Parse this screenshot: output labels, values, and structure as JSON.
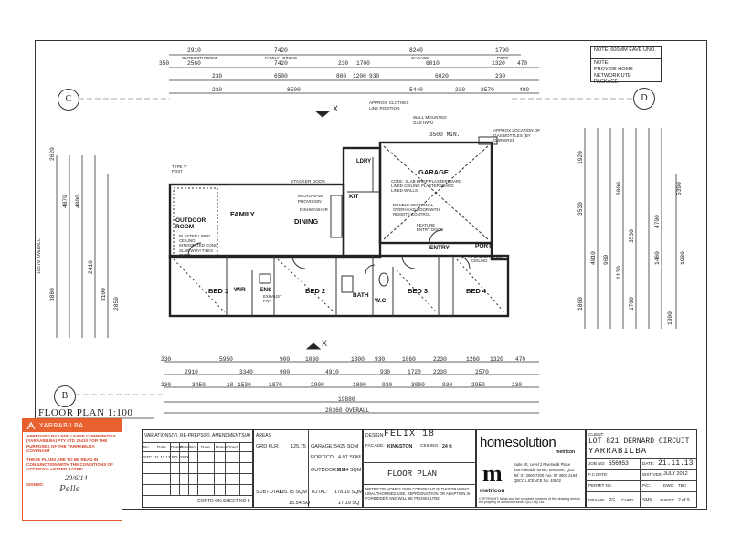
{
  "notes": {
    "eave": "NOTE: 600MM EAVE UNO.",
    "network_1": "NOTE:",
    "network_2": "PROVIDE HOME NETWORK UTE",
    "network_3": "PACKAGE."
  },
  "dims_top": {
    "r1": [
      "2910",
      "7420",
      "8240",
      "1790"
    ],
    "r1_labels": [
      "OUTDOOR ROOM",
      "FAMILY / DINING",
      "GARAGE",
      "PORT"
    ],
    "r2": [
      "350",
      "2560",
      "7420",
      "230",
      "1700",
      "6010",
      "1320",
      "470"
    ],
    "r3": [
      "230",
      "6500",
      "800",
      "1200",
      "930",
      "6020",
      "230"
    ],
    "r4": [
      "230",
      "8500",
      "5440",
      "230",
      "2570",
      "480"
    ]
  },
  "dims_bottom": {
    "r1": [
      "230",
      "5950",
      "900",
      "1030",
      "1800",
      "930",
      "1860",
      "2230",
      "1260",
      "1320",
      "470"
    ],
    "r2": [
      "2910",
      "3340",
      "900",
      "4910",
      "930",
      "1720",
      "2230",
      "2570"
    ],
    "r3": [
      "230",
      "3450",
      "10",
      "1530",
      "1870",
      "2900",
      "1800",
      "930",
      "3000",
      "930",
      "2950",
      "230"
    ],
    "overall_1": "19880",
    "overall_2": "20360 OVERALL"
  },
  "dims_left": [
    "2620",
    "4070",
    "4000",
    "2410",
    "3100",
    "3880",
    "10570 OVERALL",
    "2850"
  ],
  "dims_right": [
    "1920",
    "3530",
    "6000",
    "5390",
    "4010",
    "1130",
    "960",
    "3530",
    "1700",
    "1460",
    "4700",
    "1800",
    "1930",
    "1090"
  ],
  "grid": {
    "c": "C",
    "d": "D",
    "b": "B"
  },
  "section_marks": {
    "top": "X",
    "bottom": "X"
  },
  "rooms": {
    "outdoor": "OUTDOOR ROOM",
    "family": "FAMILY",
    "dining": "DINING",
    "kit": "KIT",
    "lndry": "LDRY",
    "garage": "GARAGE",
    "entry": "ENTRY",
    "port": "PORT",
    "bed1": "BED 1",
    "wir": "WIR",
    "ens": "ENS",
    "bed2": "BED 2",
    "bath": "BATH",
    "wc": "W.C",
    "bed3": "BED 3",
    "bed4": "BED 4"
  },
  "plan_notes": {
    "outdoor": "PLASTER LINED CEILING INTEGRATED CONC. SLAB WITH TILES OVER",
    "garage": "CONC. SLAB DROP PLASTERBOARD LINED CEILING PLASTERBOARD LINED WALLS",
    "garage_door": "DOUBLE SECTIONAL OVERHEAD DOOR WITH REMOTE CONTROL",
    "feature_door": "FEATURE ENTRY DOOR",
    "gas": "APPROX LOCATION OF GAS BOTTLES (BY OWNERS)",
    "clothes_line": "APPROX. CLOTHES LINE POSITION",
    "meter": "WALL MOUNTED GAS HWU",
    "stacker": "STACKER DOOR",
    "microwave": "MICROWAVE PROVISION",
    "dishwasher": "DISHWASHER",
    "plaster_ceiling": "PLASTER LINED CEILING",
    "exhaust": "EXHAUST FAN",
    "post": "TYPE 'F' POST",
    "dim_3500": "3500 MIN."
  },
  "plan_title": "FLOOR PLAN 1:100",
  "stamp": {
    "brand": "YARRABILBA",
    "text_1": "APPROVED BY LEND LEASE COMMUNITIES (YARRABILBA) PTY LTD 30410 FOR THE PURPOSES OF THE YARRABILBA COVENANT",
    "text_2": "THESE PLANS ARE TO BE READ IN CONJUNCTION WITH THE CONDITIONS OF APPROVAL LETTER DATED:",
    "date": "20/6/14",
    "signed_label": "SIGNED:",
    "signature": "Pelle"
  },
  "revisions": {
    "heading": "VARIATIONS(V), RE-PREPS(R), AMENDMENTS(A)",
    "cols": [
      "No",
      "Date",
      "Drawn",
      "Drwd",
      "No",
      "Date",
      "Drawn",
      "Drwd"
    ],
    "row_1": [
      "STC",
      "21.11.13",
      "PG",
      "SMX"
    ],
    "continued": "CONTD ON SHEET NO  5"
  },
  "areas": {
    "heading": "AREAS",
    "ground": "GRD FLR:",
    "ground_val": "125.75",
    "subtotal": "SUBTOTAL:",
    "subtotal_val": "125.75 SQM",
    "total_val": "15.54 SQ",
    "garage": "GARAGE:",
    "garage_val": "5425 SQM",
    "portico": "PORTICO:",
    "portico_val": "4.07 SQM",
    "outdoor": "OUTDOOR RM:",
    "outdoor_val": "11.84 SQM",
    "total": "TOTAL:",
    "total_sqm": "178.15 SQM",
    "total_sq": "17.19 SQ"
  },
  "design": {
    "label": "DESIGN:",
    "name": "FELIX 18",
    "facade_label": "FACADE:",
    "facade": "KINGSTON",
    "ceiling_label": "CEILING:",
    "ceiling": "24 ft",
    "sheet_title": "FLOOR PLAN",
    "copyright": "METRICON HOMES OWN COPYRIGHT IN THIS DRAWING. UNAUTHORISED USE, REPRODUCTION OR ADAPTION IS FORBIDDEN AND WILL BE PROSECUTED"
  },
  "company": {
    "name": "homesolution",
    "sub": "metricon",
    "logo": "m",
    "logo_word": "metricon",
    "address": "Suite 20, Level 2 Riverwalk Place",
    "address_2": "338 Adelaide Street, Brisbane, QLD",
    "phone": "Tel: 07 3000 7200  Fax: 07 3002 2194",
    "licence": "QBCC LICENCE No. 40802",
    "disclaimer": "COPYRIGHT: Ideas and the complete contents of this drawing remain the property of Metricon Homes QLD Pty Ltd."
  },
  "project": {
    "client_label": "CLIENT:",
    "address": "LOT 821 DERNARD CIRCUIT",
    "suburb": "YARRABILBA",
    "job_label": "JOB NO:",
    "job_no": "656953",
    "date_label": "DATE:",
    "date": "21.11.13",
    "fc_label": "F.C DATE:",
    "wst_label": "WST VER:",
    "wst": "JULY 2012",
    "permit_label": "PERMIT No:",
    "pc_label": "P/C:",
    "drawn_label": "DRAWN:",
    "drawn": "PG",
    "chkd_label": "CHKD:",
    "chkd": "SMX",
    "sheet_label": "SHEET:",
    "sheet": "2 of 9",
    "dwg_label": "DWG:",
    "dwg": "TBC"
  }
}
